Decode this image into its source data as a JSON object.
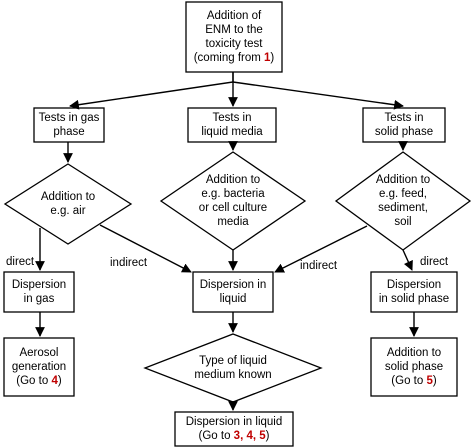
{
  "nodes": {
    "addition": {
      "line1": "Addition of",
      "line2": "ENM to the",
      "line3": "toxicity test",
      "line4_pre": "(coming from ",
      "line4_num": "1",
      "line4_post": ")"
    },
    "tests_gas": {
      "line1": "Tests in gas",
      "line2": "phase"
    },
    "tests_liquid": {
      "line1": "Tests in",
      "line2": "liquid media"
    },
    "tests_solid": {
      "line1": "Tests in",
      "line2": "solid phase"
    },
    "add_air": {
      "line1": "Addition to",
      "line2": "e.g. air"
    },
    "add_bacteria": {
      "line1": "Addition to",
      "line2": "e.g. bacteria",
      "line3": "or cell culture",
      "line4": "media"
    },
    "add_feed": {
      "line1": "Addition to",
      "line2": "e.g. feed,",
      "line3": "sediment,",
      "line4": "soil"
    },
    "disp_gas": {
      "line1": "Dispersion",
      "line2": "in gas"
    },
    "disp_liquid": {
      "line1": "Dispersion in",
      "line2": "liquid"
    },
    "disp_solid": {
      "line1": "Dispersion",
      "line2": "in solid phase"
    },
    "aerosol": {
      "line1": "Aerosol",
      "line2": "generation",
      "line3_pre": "(Go to ",
      "line3_num": "4",
      "line3_post": ")"
    },
    "type_liquid": {
      "line1": "Type of liquid",
      "line2": "medium known"
    },
    "add_solid": {
      "line1": "Addition to",
      "line2": "solid phase",
      "line3_pre": "(Go to ",
      "line3_num": "5",
      "line3_post": ")"
    },
    "disp_liquid2": {
      "line1": "Dispersion in liquid",
      "line2_pre": "(Go to ",
      "line2_nums": "3, 4, 5",
      "line2_post": ")"
    }
  },
  "edge_labels": {
    "direct_left": "direct",
    "indirect_left": "indirect",
    "indirect_right": "indirect",
    "direct_right": "direct"
  },
  "colors": {
    "stroke": "#000000",
    "reference": "#c00000"
  }
}
